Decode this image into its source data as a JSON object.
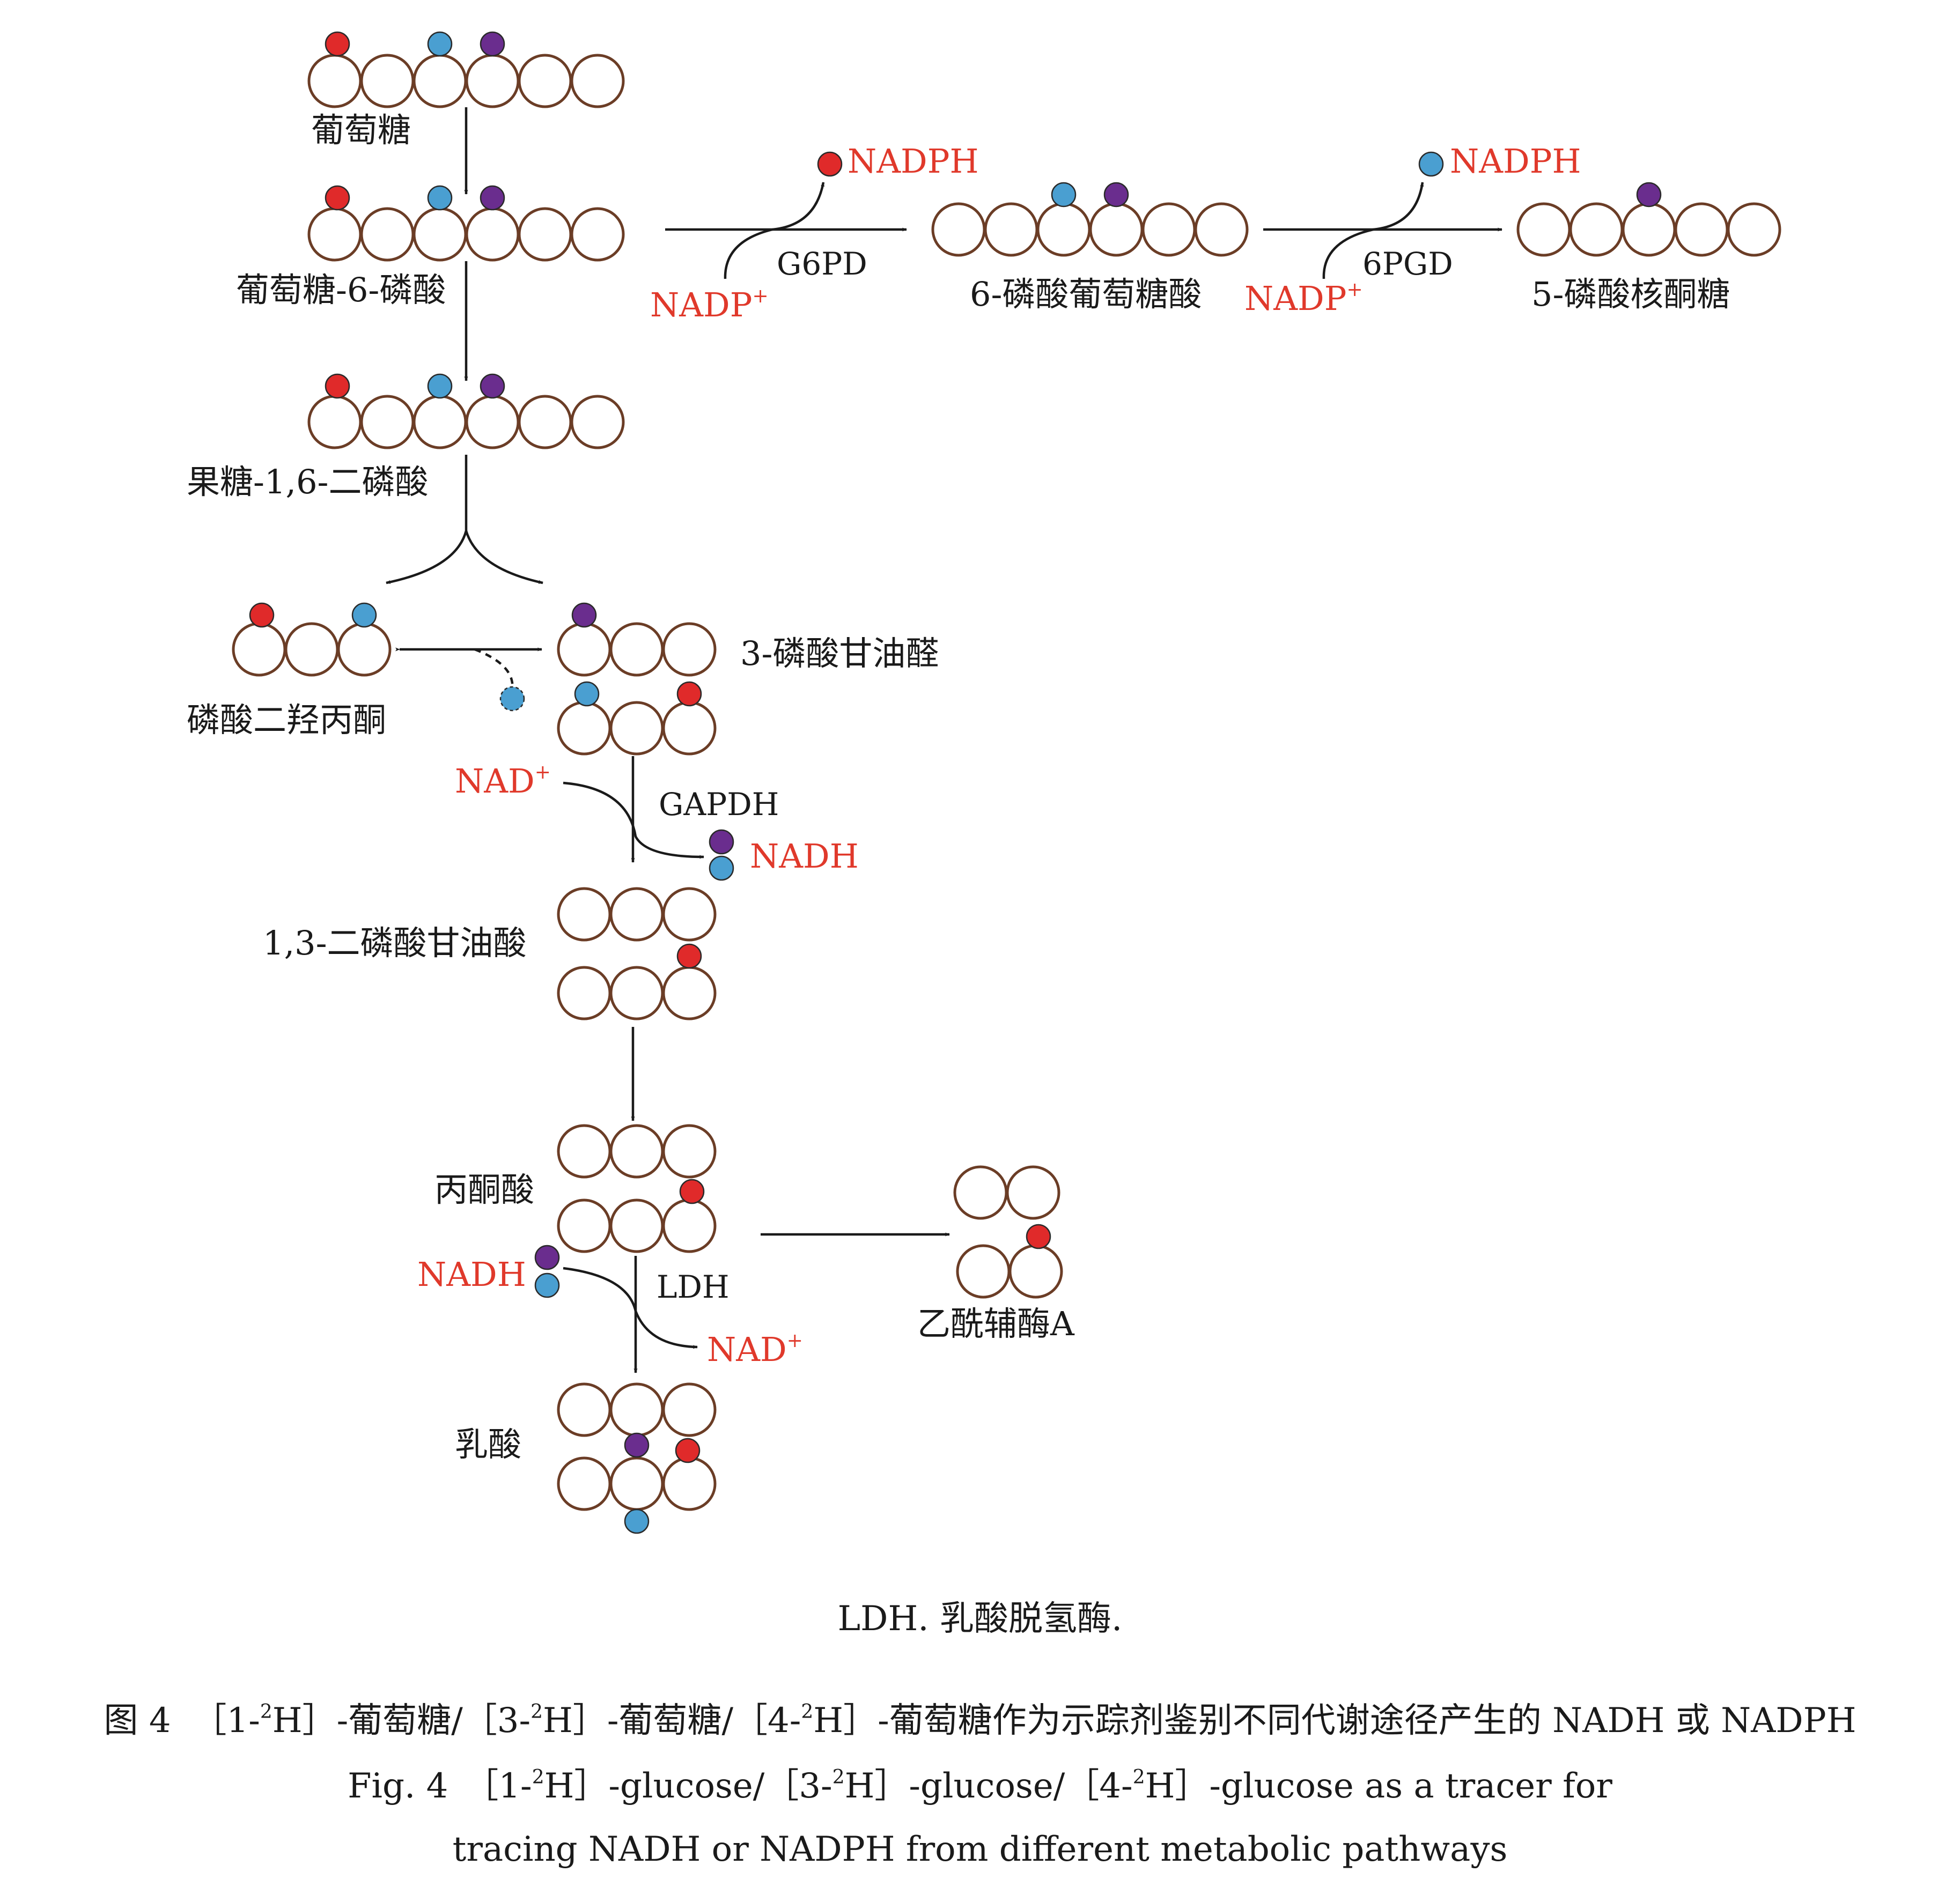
{
  "colors": {
    "red": "#e02a2a",
    "blue": "#4a9fd1",
    "purple": "#6a2d8e",
    "cofactor_text": "#e0392b",
    "ring_outline": "#6b3d26"
  },
  "molecules": {
    "glucose": "葡萄糖",
    "g6p": "葡萄糖-6-磷酸",
    "f16bp": "果糖-1,6-二磷酸",
    "dhap": "磷酸二羟丙酮",
    "g3p": "3-磷酸甘油醛",
    "bpg": "1,3-二磷酸甘油酸",
    "pyruvate": "丙酮酸",
    "lactate": "乳酸",
    "acetyl_coa": "乙酰辅酶A",
    "pg6": "6-磷酸葡萄糖酸",
    "ru5p": "5-磷酸核酮糖"
  },
  "cofactors": {
    "nadph": "NADPH",
    "nadp": "NADP",
    "nad": "NAD",
    "nadh": "NADH",
    "plus": "+"
  },
  "enzymes": {
    "g6pd": "G6PD",
    "pgd": "6PGD",
    "gapdh": "GAPDH",
    "ldh": "LDH"
  },
  "legend": "LDH. 乳酸脱氢酶.",
  "caption": {
    "zh_prefix": "图 4",
    "zh_part1": "［1-",
    "zh_part2": "H］-葡萄糖/［3-",
    "zh_part3": "H］-葡萄糖/［4-",
    "zh_part4": "H］-葡萄糖作为示踪剂鉴别不同代谢途径产生的 NADH 或 NADPH",
    "isotope": "2",
    "en_prefix": "Fig. 4",
    "en_part1": "［1-",
    "en_part2": "H］-glucose/［3-",
    "en_part3": "H］-glucose/［4-",
    "en_part4": "H］-glucose as a tracer for",
    "en_line2": "tracing NADH or NADPH from different metabolic pathways"
  }
}
